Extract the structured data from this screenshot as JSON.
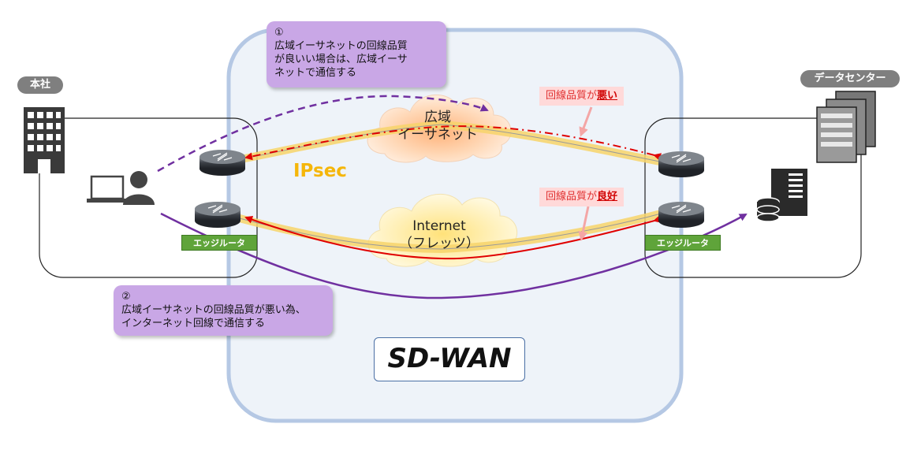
{
  "sites": {
    "hq_label": "本社",
    "dc_label": "データセンター"
  },
  "clouds": {
    "wide_area": {
      "line1": "広域",
      "line2": "イーサネット"
    },
    "internet": {
      "line1": "Internet",
      "line2": "（フレッツ）"
    }
  },
  "ipsec_label": "IPsec",
  "edge_router_label": "エッジルータ",
  "quality_bad": {
    "prefix": "回線品質が",
    "emphasis": "悪い"
  },
  "quality_good": {
    "prefix": "回線品質が",
    "emphasis": "良好"
  },
  "note1": {
    "number": "①",
    "line1": "広域イーサネットの回線品質",
    "line2": "が良いい場合は、広域イーサ",
    "line3": "ネットで通信する"
  },
  "note2": {
    "number": "②",
    "line1": "広域イーサネットの回線品質が悪い為、",
    "line2": "インターネット回線で通信する"
  },
  "sdwan_label": "SD-WAN",
  "colors": {
    "purple": "#7030a0",
    "red": "#e00000",
    "tunnel": "#f5c242",
    "sdwan_fill": "#eef3f9",
    "sdwan_border": "#b5c8e4",
    "note_fill": "#c9a7e6"
  }
}
